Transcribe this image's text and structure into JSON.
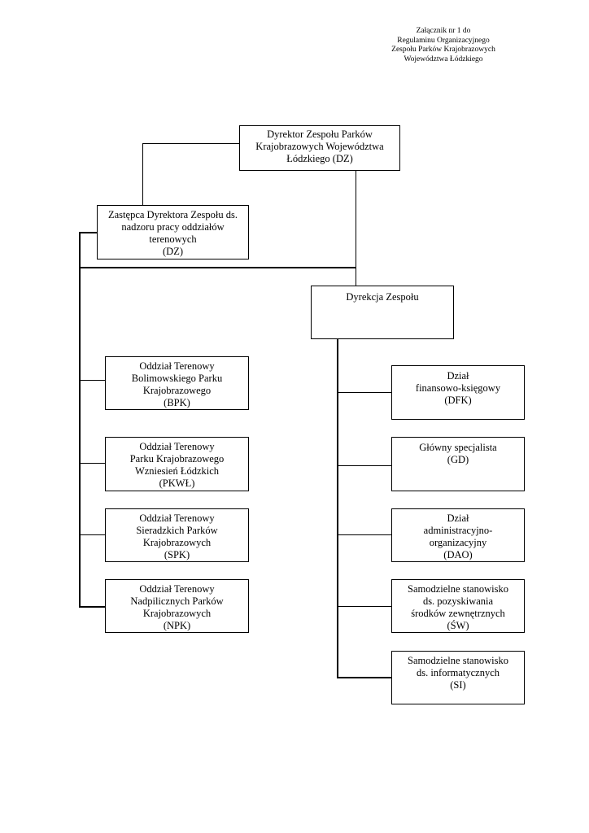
{
  "header": {
    "lines": [
      "Załącznik nr 1 do",
      "Regulaminu Organizacyjnego",
      "Zespołu Parków Krajobrazowych",
      "Województwa Łódzkiego"
    ]
  },
  "director": {
    "lines": [
      "Dyrektor Zespołu Parków",
      "Krajobrazowych Województwa",
      "Łódzkiego (DZ)"
    ]
  },
  "deputy": {
    "lines": [
      "Zastępca Dyrektora Zespołu ds.",
      "nadzoru pracy oddziałów",
      "terenowych",
      "(DZ)"
    ]
  },
  "management": {
    "lines": [
      "Dyrekcja Zespołu"
    ]
  },
  "field_units": [
    {
      "lines": [
        "Oddział Terenowy",
        "Bolimowskiego Parku",
        "Krajobrazowego",
        "(BPK)"
      ]
    },
    {
      "lines": [
        "Oddział Terenowy",
        "Parku Krajobrazowego",
        "Wzniesień Łódzkich",
        "(PKWŁ)"
      ]
    },
    {
      "lines": [
        "Oddział Terenowy",
        "Sieradzkich Parków",
        "Krajobrazowych",
        "(SPK)"
      ]
    },
    {
      "lines": [
        "Oddział Terenowy",
        "Nadpilicznych Parków",
        "Krajobrazowych",
        "(NPK)"
      ]
    }
  ],
  "departments": [
    {
      "lines": [
        "Dział",
        "finansowo-księgowy",
        "(DFK)"
      ]
    },
    {
      "lines": [
        "Główny specjalista",
        "(GD)"
      ]
    },
    {
      "lines": [
        "Dział",
        "administracyjno-",
        "organizacyjny",
        "(DAO)"
      ]
    },
    {
      "lines": [
        "Samodzielne stanowisko",
        "ds. pozyskiwania",
        "środków zewnętrznych",
        "(ŚW)"
      ]
    },
    {
      "lines": [
        "Samodzielne stanowisko",
        "ds. informatycznych",
        "(SI)"
      ]
    }
  ]
}
